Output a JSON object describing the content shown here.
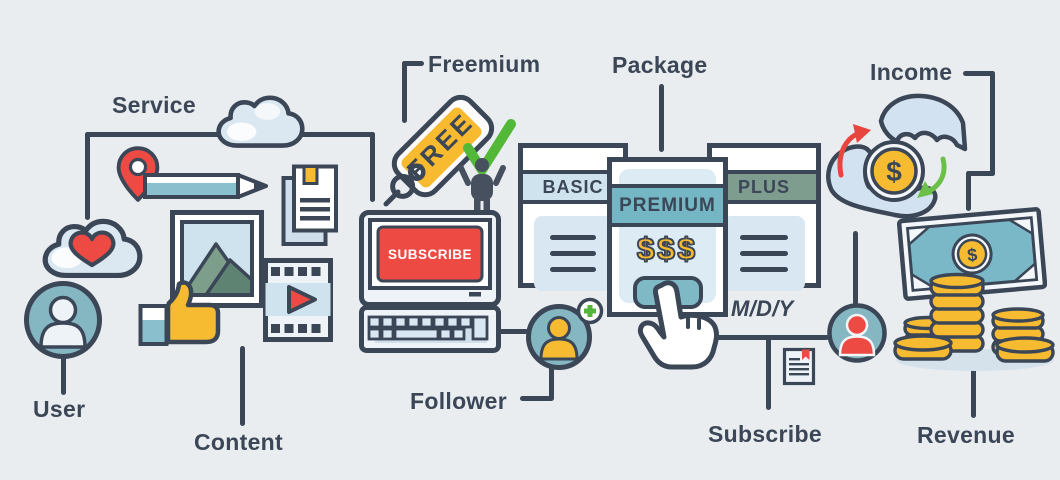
{
  "diagram": {
    "labels": {
      "service": "Service",
      "user": "User",
      "content": "Content",
      "freemium": "Freemium",
      "follower": "Follower",
      "package": "Package",
      "subscribe": "Subscribe",
      "income": "Income",
      "revenue": "Revenue",
      "date_format": "M/D/Y"
    },
    "free_tag": {
      "text": "FREE",
      "color": "#f8ba2e"
    },
    "monitor": {
      "button": "SUBSCRIBE",
      "button_color": "#ee4a44"
    },
    "packages": {
      "basic": {
        "title": "BASIC",
        "header_color": "#cfe3ee"
      },
      "premium": {
        "title": "PREMIUM",
        "price": "$$$",
        "header_color": "#74b6c3"
      },
      "plus": {
        "title": "PLUS",
        "header_color": "#7f9d8e"
      }
    },
    "currency_symbol": "$",
    "colors": {
      "background": "#e9edf0",
      "outline": "#3b4657",
      "teal": "#85b7c3",
      "light_blue": "#d8e7f1",
      "yellow": "#f6bb30",
      "red": "#ee4a44",
      "green": "#53b837",
      "sage_green": "#7f9d8e"
    },
    "icons": [
      "cloud-icon",
      "location-pin-icon",
      "pencil-icon",
      "documents-icon",
      "photo-icon",
      "video-player-icon",
      "thumbs-up-icon",
      "heart-cloud-icon",
      "user-avatar-icon",
      "price-tag-icon",
      "check-mark-icon",
      "person-icon",
      "monitor-icon",
      "keyboard-icon",
      "follower-avatar-icon",
      "pointer-hand-icon",
      "document-bookmark-icon",
      "subscriber-avatar-icon",
      "hands-exchange-coin-icon",
      "arrow-up-icon",
      "arrow-down-icon",
      "banknote-icon",
      "coins-stack-icon"
    ]
  }
}
